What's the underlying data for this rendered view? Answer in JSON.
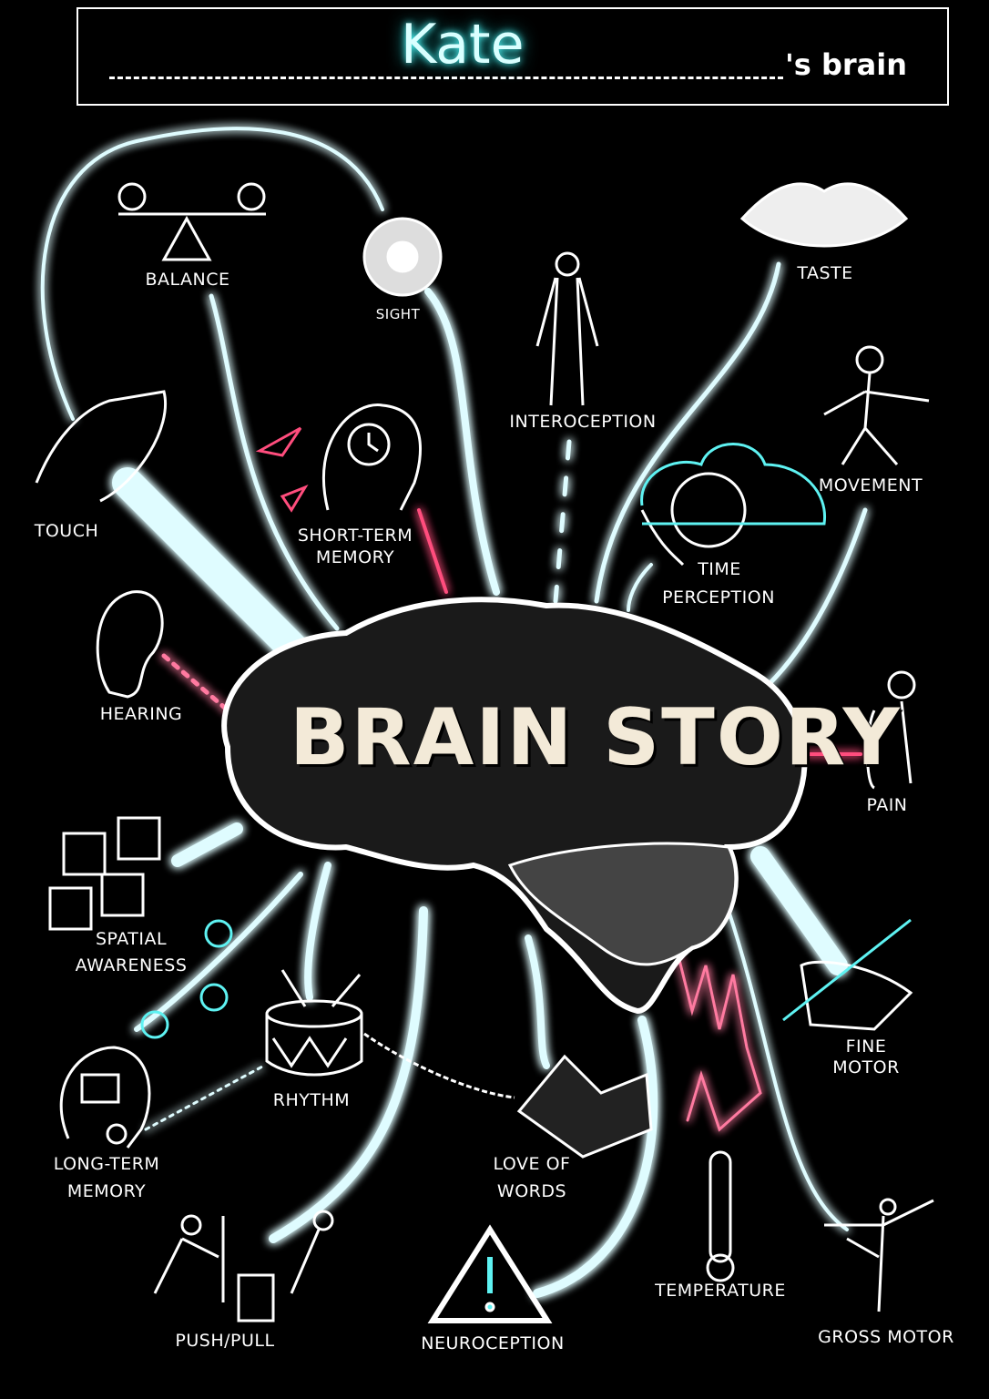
{
  "header": {
    "name": "Kate",
    "suffix": "'s brain"
  },
  "center": {
    "title": "BRAIN STORY"
  },
  "colors": {
    "glow": "#5ef2f2",
    "accent_pink": "#ff4d7d",
    "background": "#000000"
  },
  "labels": {
    "balance": "BALANCE",
    "sight": "SIGHT",
    "interoception": "INTEROCEPTION",
    "taste": "TASTE",
    "movement": "MOVEMENT",
    "touch": "TOUCH",
    "short_term_1": "SHORT-TERM",
    "short_term_2": "MEMORY",
    "time_1": "TIME",
    "time_2": "PERCEPTION",
    "hearing": "HEARING",
    "pain": "PAIN",
    "spatial_1": "SPATIAL",
    "spatial_2": "AWARENESS",
    "fine_1": "FINE",
    "fine_2": "MOTOR",
    "rhythm": "RHYTHM",
    "long_term_1": "LONG-TERM",
    "long_term_2": "MEMORY",
    "words_1": "LOVE OF",
    "words_2": "WORDS",
    "push_pull": "PUSH/PULL",
    "neuroception": "NEUROCEPTION",
    "temperature": "TEMPERATURE",
    "gross_motor": "GROSS MOTOR"
  }
}
